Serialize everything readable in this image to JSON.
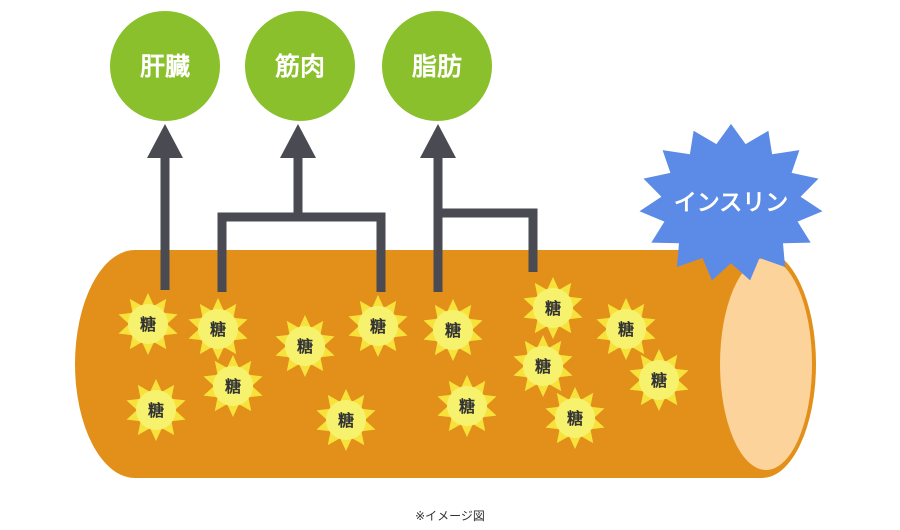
{
  "destinations": [
    {
      "label": "肝臓"
    },
    {
      "label": "筋肉"
    },
    {
      "label": "脂肪"
    }
  ],
  "hormone": {
    "label": "インスリン"
  },
  "sugar_label": "糖",
  "caption": "※イメージ図",
  "colors": {
    "vessel": "#E3901B",
    "vessel_end": "#FCD39A",
    "destination": "#8AC02C",
    "hormone": "#5B8BE6",
    "sugar_fill": "#F7F26E",
    "sugar_ray": "#F7E23C",
    "arrow": "#4A4A52",
    "text_dark": "#333333",
    "text_light": "#ffffff"
  }
}
